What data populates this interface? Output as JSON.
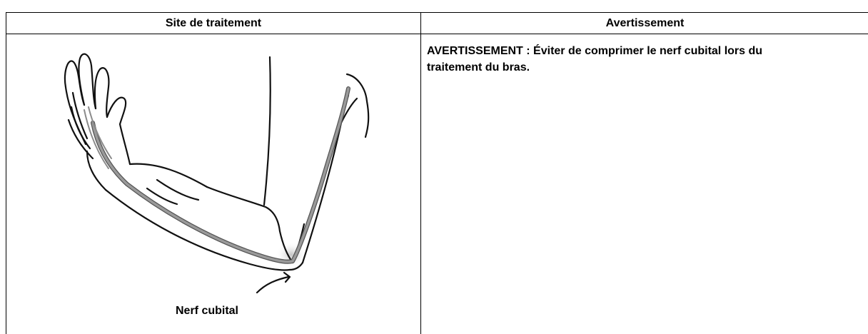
{
  "table": {
    "header_left": "Site de traitement",
    "header_right": "Avertissement"
  },
  "illustration": {
    "caption": "Nerf cubital",
    "nerve_color": "#9a9a9a",
    "icon": "arm-ulnar-nerve-illustration"
  },
  "warning": {
    "line1": "AVERTISSEMENT : Éviter de comprimer le nerf cubital lors du",
    "line2": "traitement du bras."
  }
}
